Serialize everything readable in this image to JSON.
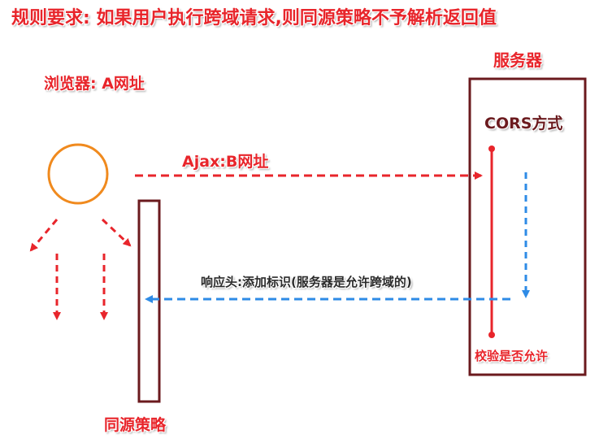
{
  "title": "规则要求: 如果用户执行跨域请求,则同源策略不予解析返回值",
  "browser": {
    "label": "浏览器: A网址"
  },
  "server": {
    "label": "服务器",
    "method_label": "CORS方式",
    "check_label": "校验是否允许"
  },
  "request": {
    "label": "Ajax:B网址"
  },
  "response": {
    "label": "响应头:添加标识(服务器是允许跨域的)"
  },
  "policy": {
    "label": "同源策略"
  },
  "colors": {
    "red": "#e8252b",
    "blue": "#2e8be6",
    "maroon": "#6b1a1e",
    "orange": "#f08a1e"
  }
}
